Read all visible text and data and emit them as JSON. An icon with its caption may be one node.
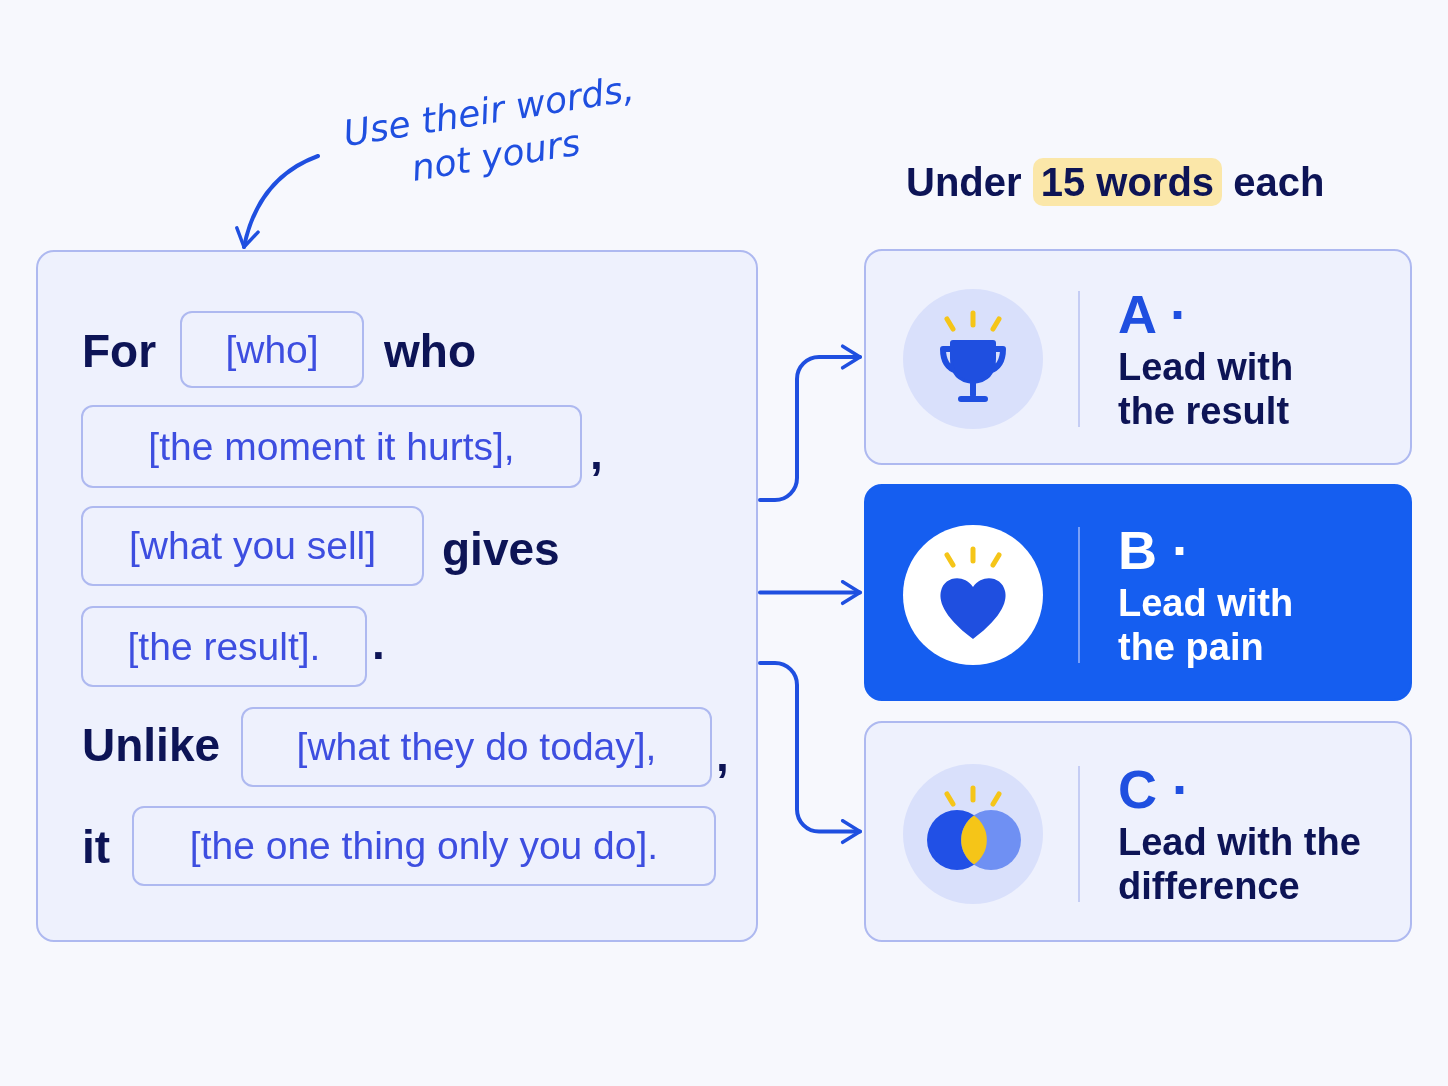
{
  "diagram": {
    "title": "Under *15 words* each",
    "nodes": [
      {
        "text": [],
        "shape": "box"
      },
      {
        "text": [
          "[who]"
        ],
        "in": 0
      },
      {
        "text": [
          "[the moment it hurts],"
        ],
        "in": 0
      },
      {
        "text": [
          "[what you sell]"
        ],
        "in": 0
      },
      {
        "text": [
          "[the result]."
        ],
        "in": 0
      },
      {
        "text": [
          "[what they do today],"
        ],
        "in": 0
      },
      {
        "text": [
          "[the one thing only you do]."
        ],
        "in": 0
      },
      {
        "text": [
          "Use their words, not yours"
        ]
      },
      {
        "text": [
          "A ·",
          "Lead with the result"
        ]
      },
      {
        "text": [
          "B ·",
          "Lead with the pain"
        ]
      },
      {
        "text": [
          "C ·",
          "Lead with the difference"
        ]
      }
    ],
    "edges": [
      {
        "from": 7,
        "to": 0,
        "arrow": "to"
      },
      {
        "from": 0,
        "to": 8,
        "arrow": "to"
      },
      {
        "from": 0,
        "to": 9,
        "arrow": "to"
      },
      {
        "from": 0,
        "to": 10,
        "arrow": "to"
      }
    ],
    "labels": [
      "For",
      "who",
      ",",
      "gives",
      ".",
      "Unlike",
      ",",
      "it"
    ]
  }
}
